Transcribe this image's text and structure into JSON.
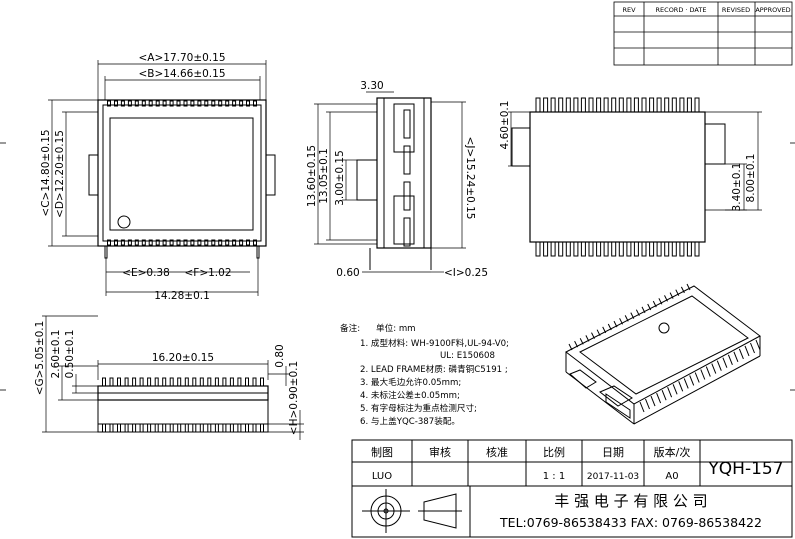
{
  "revision_table": {
    "headers": [
      "REV",
      "RECORD · DATE",
      "REVISED",
      "APPROVED"
    ]
  },
  "top_view": {
    "dim_a": "<A>17.70±0.15",
    "dim_b": "<B>14.66±0.15",
    "dim_c": "<C>14.80±0.15",
    "dim_d": "<D>12.20±0.15",
    "dim_e": "<E>0.38",
    "dim_f": "<F>1.02",
    "pitch_span": "14.28±0.1"
  },
  "side_view": {
    "top_width": "3.30",
    "height_1": "13.60±0.15",
    "height_2": "13.05±0.1",
    "height_3": "3.00±0.15",
    "dim_j": "<J>15.24±0.15",
    "foot": "0.60",
    "dim_i": "<I>0.25"
  },
  "bottom_view": {
    "dim_left": "4.60±0.1",
    "dim_right_1": "3.40±0.1",
    "dim_right_2": "8.00±0.1"
  },
  "front_view": {
    "dim_g": "<G>5.05±0.1",
    "dim_left_2": "2.60±0.1",
    "dim_left_3": "0.50±0.1",
    "width": "16.20±0.15",
    "dim_right_top": "0.80",
    "dim_h": "<H>0.90±0.1"
  },
  "notes": {
    "title": "备注:",
    "unit": "单位: mm",
    "lines": [
      "1. 成型材料: WH-9100F料,UL-94-V0;",
      "UL: E150608",
      "2. LEAD FRAME材质: 磷青铜C5191 ;",
      "3. 最大毛边允许0.05mm;",
      "4. 未标注公差±0.05mm;",
      "5. 有字母标注为重点检测尺寸;",
      "6. 与上盖YQC-387装配。"
    ]
  },
  "title_block": {
    "headers": [
      "制图",
      "审核",
      "核准",
      "比例",
      "日期",
      "版本/次"
    ],
    "drawn_by": "LUO",
    "scale": "1 : 1",
    "date": "2017-11-03",
    "version": "A0",
    "part_no": "YQH-157",
    "company": "丰 强 电 子 有 限 公 司",
    "contact": "TEL:0769-86538433 FAX: 0769-86538422"
  }
}
